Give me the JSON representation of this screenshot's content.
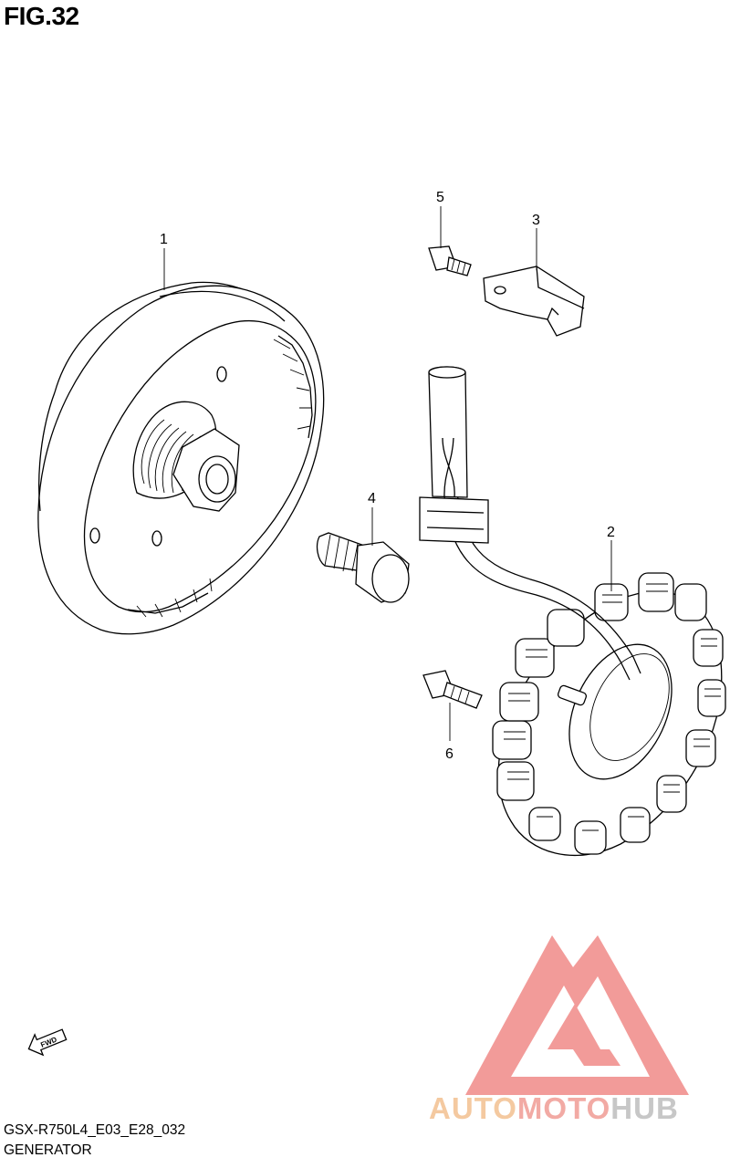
{
  "figure": {
    "title": "FIG.32"
  },
  "callouts": [
    {
      "id": "1",
      "label": "1",
      "part": "rotor-flywheel"
    },
    {
      "id": "2",
      "label": "2",
      "part": "stator-coil"
    },
    {
      "id": "3",
      "label": "3",
      "part": "wire-clamp-bracket"
    },
    {
      "id": "4",
      "label": "4",
      "part": "rotor-bolt"
    },
    {
      "id": "5",
      "label": "5",
      "part": "bracket-screw"
    },
    {
      "id": "6",
      "label": "6",
      "part": "stator-screw"
    }
  ],
  "direction_marker": {
    "text": "FWD"
  },
  "footer": {
    "code": "GSX-R750L4_E03_E28_032",
    "name": "GENERATOR"
  },
  "watermark": {
    "part1": "AUTO",
    "part2": "MOTO",
    "part3": "HUB",
    "colors": {
      "auto": "#f4c9a0",
      "moto": "#f2aaa4",
      "hub": "#c7c7c7",
      "logo": "#f08a88"
    }
  }
}
